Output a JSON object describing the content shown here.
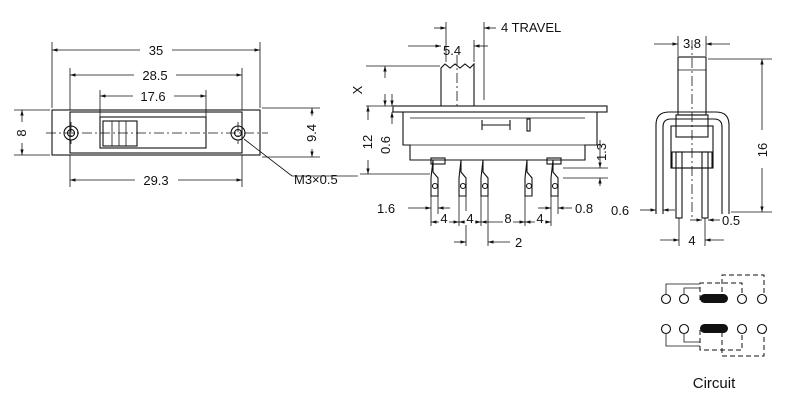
{
  "front_view": {
    "dim_overall_width": "35",
    "dim_hole_spacing": "28.5",
    "dim_actuator_slot": "17.6",
    "dim_body_width": "29.3",
    "dim_plate_height": "8",
    "dim_body_height": "9.4",
    "screw_callout": "M3×0.5"
  },
  "side_view": {
    "travel_label": "4 TRAVEL",
    "dim_actuator_width": "5.4",
    "dim_x": "X",
    "dim_body_height": "12",
    "dim_plate_thickness": "0.6",
    "dim_pin_offset": "1.3",
    "dim_pin_edge": "1.6",
    "dim_pitch_left_1": "4",
    "dim_pitch_left_2": "4",
    "dim_pitch_mid": "8",
    "dim_pitch_right": "4",
    "dim_pin_thickness": "0.8",
    "dim_pin_gap": "2"
  },
  "end_view": {
    "dim_actuator_width": "3.8",
    "dim_height": "16",
    "dim_plate": "0.6",
    "dim_pin": "0.5",
    "dim_row_spacing": "4"
  },
  "circuit": {
    "label": "Circuit"
  }
}
